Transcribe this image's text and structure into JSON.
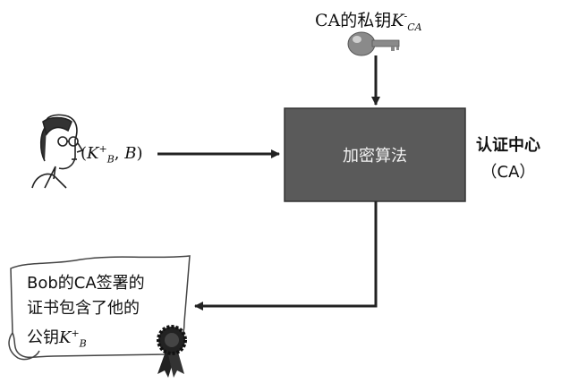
{
  "key_label": {
    "prefix": "CA的私钥",
    "var": "K",
    "sup": "-",
    "sub": "CA"
  },
  "input": {
    "open": "(",
    "k": "K",
    "sup": "+",
    "sub": "B",
    "sep": ", ",
    "b": "B",
    "close": ")"
  },
  "algorithm_box": {
    "label": "加密算法",
    "color": "#5a5a5a"
  },
  "ca": {
    "title": "认证中心",
    "subtitle": "（CA）"
  },
  "certificate": {
    "line1": "Bob的CA签署的",
    "line2": "证书包含了他的",
    "line3_prefix": "公钥",
    "line3_var": "K",
    "line3_sup": "+",
    "line3_sub": "B"
  },
  "icons": [
    "person-icon",
    "key-icon",
    "seal-icon",
    "scroll-icon"
  ]
}
